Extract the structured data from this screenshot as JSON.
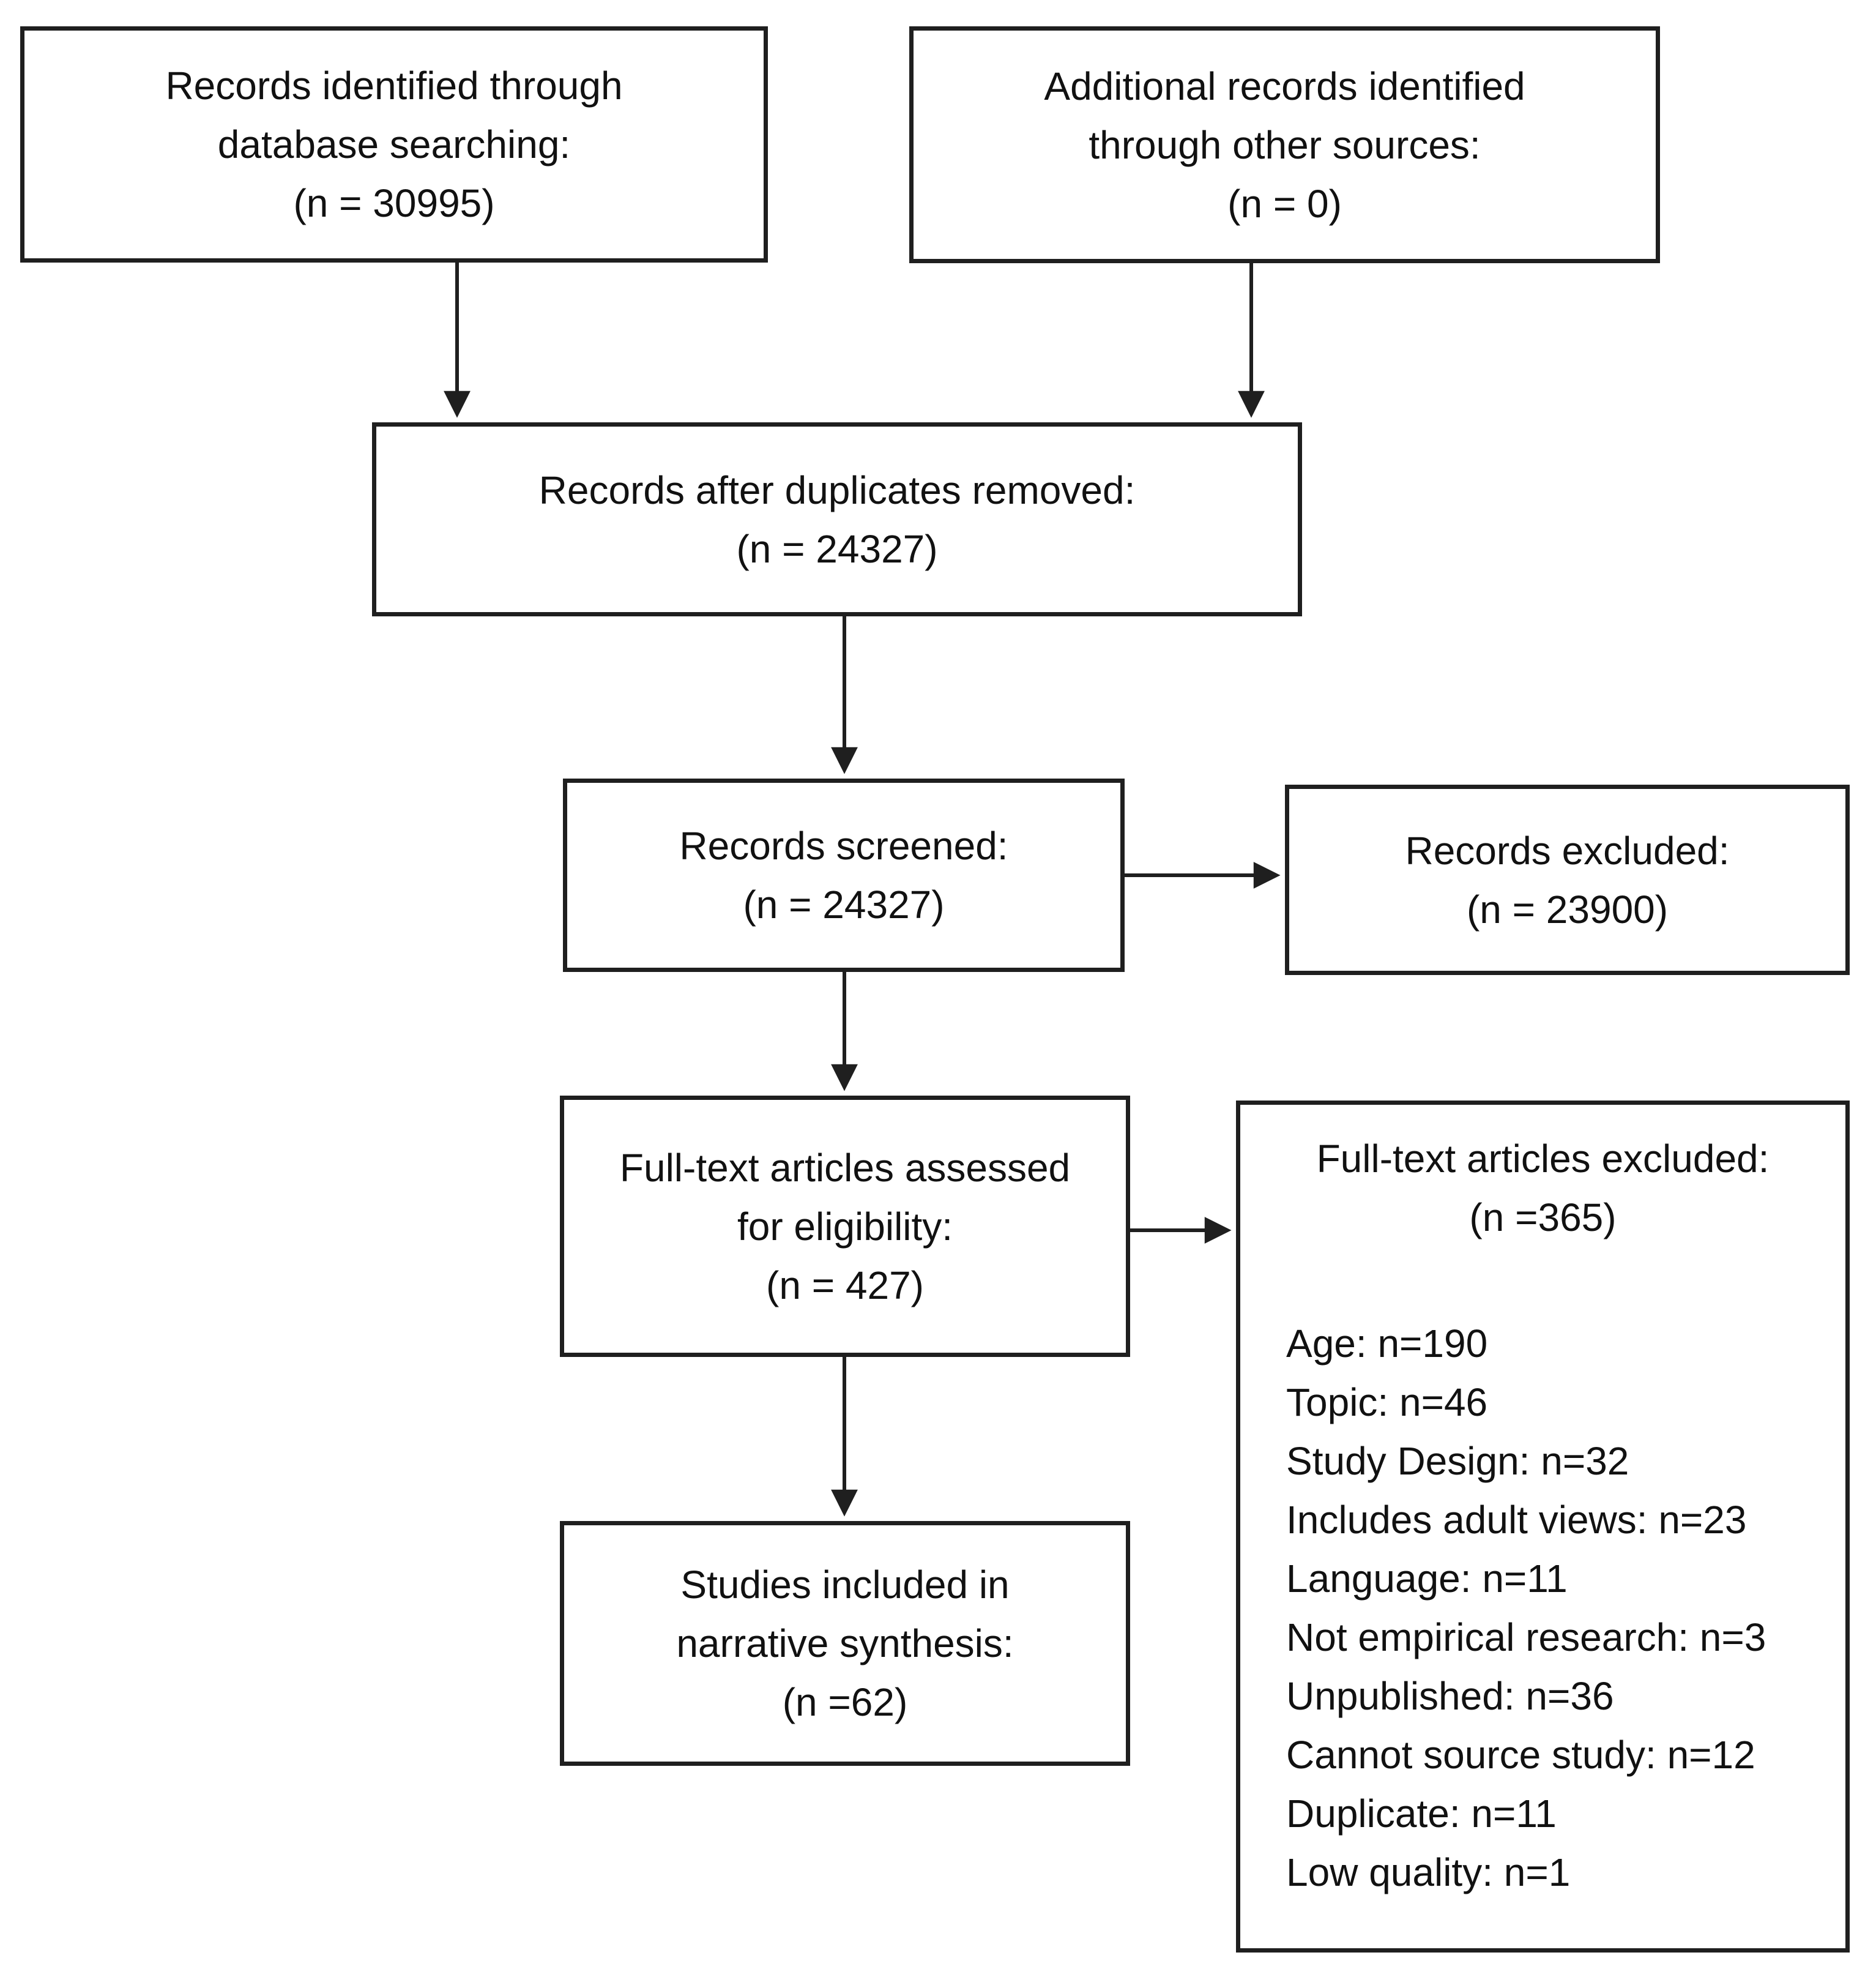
{
  "diagram": {
    "colors": {
      "background": "#ffffff",
      "line": "#1f1f1f",
      "text": "#111111"
    },
    "boxes": {
      "identified_database": {
        "lines": [
          "Records identified through",
          "database searching:",
          "(n = 30995)"
        ]
      },
      "identified_other_sources": {
        "lines": [
          "Additional records identified",
          "through other sources:",
          "(n = 0)"
        ]
      },
      "after_duplicates_removed": {
        "lines": [
          "Records after duplicates removed:",
          "(n = 24327)"
        ]
      },
      "records_screened": {
        "lines": [
          "Records screened:",
          "(n = 24327)"
        ]
      },
      "records_excluded": {
        "lines": [
          "Records excluded:",
          "(n = 23900)"
        ]
      },
      "fulltext_assessed": {
        "lines": [
          "Full-text articles assessed",
          "for eligibility:",
          "(n = 427)"
        ]
      },
      "fulltext_excluded": {
        "lines": [
          "Full-text articles excluded:",
          "(n =365)"
        ],
        "reasons": [
          "Age: n=190",
          "Topic: n=46",
          "Study Design: n=32",
          "Includes adult views: n=23",
          "Language: n=11",
          "Not empirical research: n=3",
          "Unpublished: n=36",
          "Cannot source study: n=12",
          "Duplicate: n=11",
          "Low quality: n=1"
        ]
      },
      "studies_included": {
        "lines": [
          "Studies included in",
          "narrative synthesis:",
          "(n =62)"
        ]
      }
    }
  }
}
